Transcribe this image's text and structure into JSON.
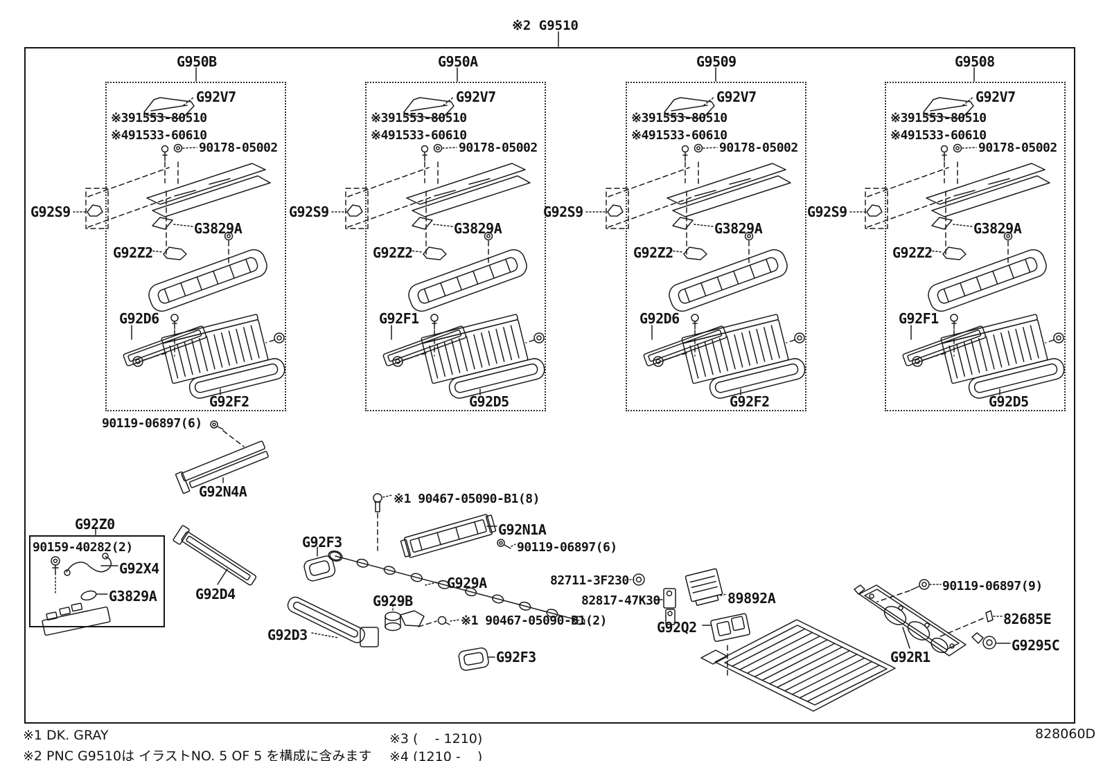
{
  "title": "※2 G9510",
  "panels": [
    {
      "title": "G950B",
      "side_label": "G92S9",
      "labels": {
        "cover_plate": "G92V7",
        "alt_part_a": "※391553-80510",
        "alt_part_b": "※491533-60610",
        "nut": "90178-05002",
        "sensor": "G3829A",
        "bracket": "G92Z2",
        "duct": "G92D6",
        "cover": "G92F2"
      }
    },
    {
      "title": "G950A",
      "side_label": "G92S9",
      "labels": {
        "cover_plate": "G92V7",
        "alt_part_a": "※391553-80510",
        "alt_part_b": "※491533-60610",
        "nut": "90178-05002",
        "sensor": "G3829A",
        "bracket": "G92Z2",
        "duct": "G92F1",
        "cover": "G92D5"
      }
    },
    {
      "title": "G9509",
      "side_label": "G92S9",
      "labels": {
        "cover_plate": "G92V7",
        "alt_part_a": "※391553-80510",
        "alt_part_b": "※491533-60610",
        "nut": "90178-05002",
        "sensor": "G3829A",
        "bracket": "G92Z2",
        "duct": "G92D6",
        "cover": "G92F2"
      }
    },
    {
      "title": "G9508",
      "side_label": "G92S9",
      "labels": {
        "cover_plate": "G92V7",
        "alt_part_a": "※391553-80510",
        "alt_part_b": "※491533-60610",
        "nut": "90178-05002",
        "sensor": "G3829A",
        "bracket": "G92Z2",
        "duct": "G92F1",
        "cover": "G92D5"
      }
    }
  ],
  "floor": {
    "labels": {
      "bolt_6a": "90119-06897(6)",
      "g92n4a": "G92N4A",
      "g92z0": "G92Z0",
      "screw_2": "90159-40282(2)",
      "g92x4": "G92X4",
      "g3829a": "G3829A",
      "g92d4": "G92D4",
      "g92f3_a": "G92F3",
      "g92d3": "G92D3",
      "g929b": "G929B",
      "bolt_8": "※1 90467-05090-B1(8)",
      "g92n1a": "G92N1A",
      "bolt_6b": "90119-06897(6)",
      "g929a": "G929A",
      "grommet": "82711-3F230",
      "sensor_82817": "82817-47K30",
      "computer": "89892A",
      "g92q2": "G92Q2",
      "bolt_2": "※1 90467-05090-B1(2)",
      "g92f3_b": "G92F3",
      "bolt_9": "90119-06897(9)",
      "clip": "82685E",
      "g9295c": "G9295C",
      "g92r1": "G92R1"
    }
  },
  "footer": {
    "note1": "※1 DK. GRAY",
    "note2": "※2 PNC G9510は イラストNO. 5 OF 5 を構成に含みます",
    "note3": "※3 (    - 1210)",
    "note4": "※4 (1210 -    )",
    "doc_code": "828060D"
  }
}
